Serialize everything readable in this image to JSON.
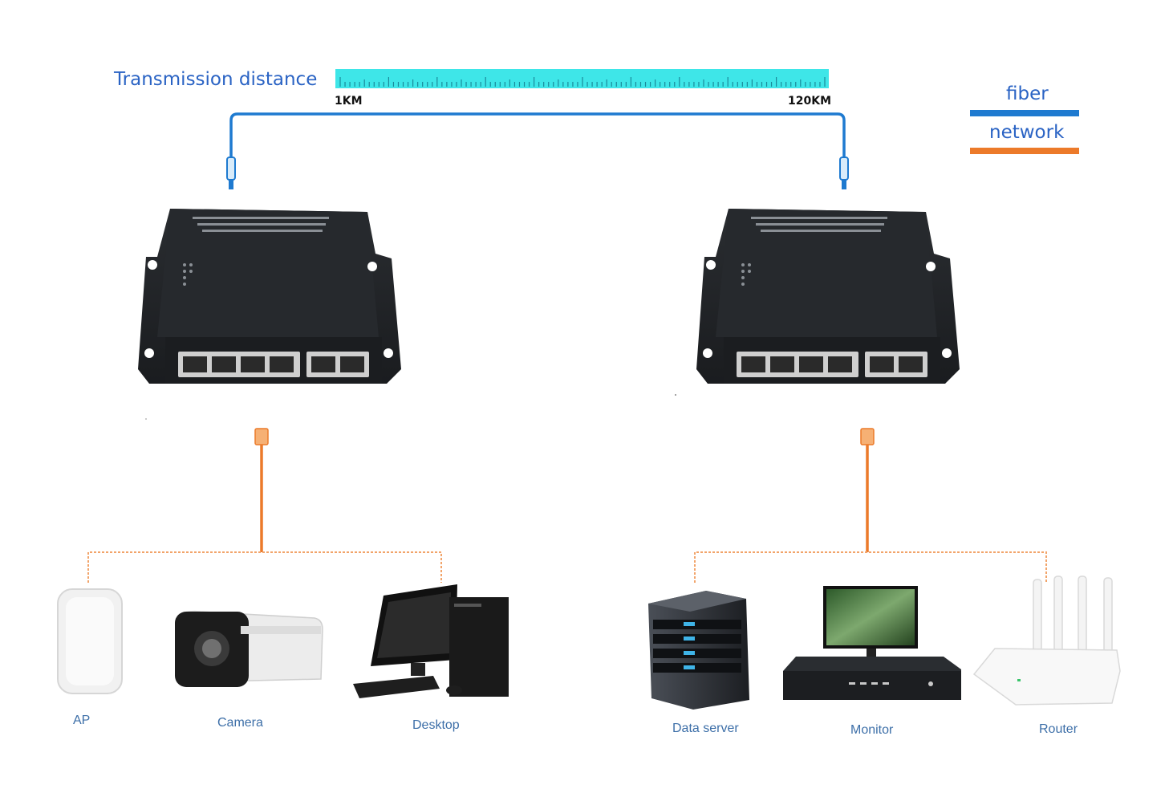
{
  "title": "Transmission distance",
  "scale": {
    "start_label": "1KM",
    "end_label": "120KM"
  },
  "legend": {
    "fiber_label": "fiber",
    "fiber_color": "#1e7ad0",
    "network_label": "network",
    "network_color": "#ec7a2a"
  },
  "left_devices": [
    "AP",
    "Camera",
    "Desktop"
  ],
  "right_devices": [
    "Data server",
    "Monitor",
    "Router"
  ],
  "icons": {
    "converter": "media-converter-icon",
    "ap": "access-point-icon",
    "camera": "bullet-camera-icon",
    "desktop": "desktop-computer-icon",
    "server": "server-rack-icon",
    "monitor": "monitor-nvr-icon",
    "router": "wifi-router-icon"
  }
}
